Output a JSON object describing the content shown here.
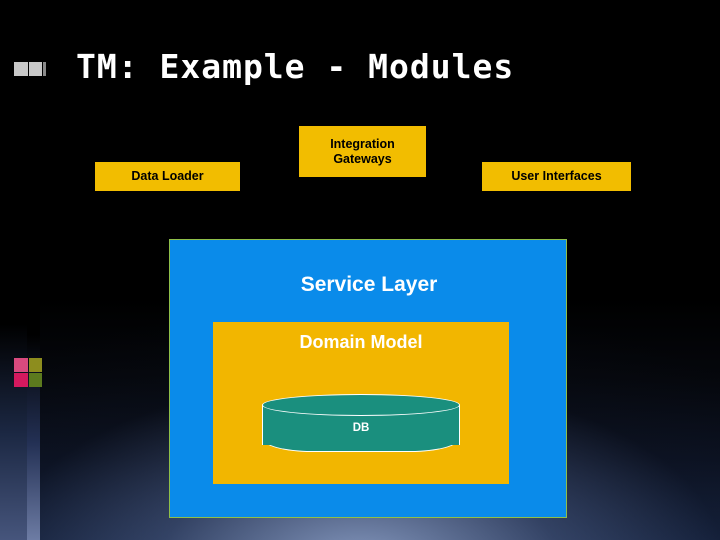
{
  "slide": {
    "title": "TM: Example - Modules",
    "boxes": {
      "data_loader": "Data Loader",
      "integration_gateways": "Integration\nGateways",
      "integration_gateways_line1": "Integration",
      "integration_gateways_line2": "Gateways",
      "user_interfaces": "User Interfaces",
      "service_layer": "Service Layer",
      "domain_model": "Domain Model",
      "database": "DB"
    },
    "colors": {
      "background": "#000000",
      "yellow_box": "#f2bd00",
      "domain_yellow": "#f2b600",
      "service_blue": "#0a8bea",
      "service_border_green": "#8fbf4a",
      "db_teal": "#1a8f7e",
      "title_text": "#ffffff",
      "box_text_dark": "#000000",
      "box_text_light": "#ffffff",
      "deco_gray": "#c8c8c8",
      "deco_pink": "#d4195e",
      "deco_olive": "#8d8d1e",
      "deco_green": "#5c7a1e"
    }
  }
}
